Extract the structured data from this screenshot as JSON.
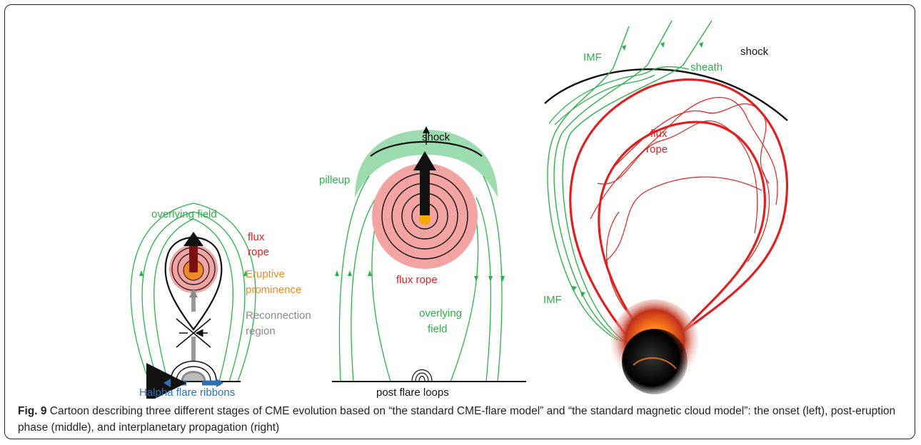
{
  "figure": {
    "caption_number": "Fig. 9",
    "caption_text": "Cartoon describing three different stages of CME evolution based on “the standard CME-flare model” and “the standard magnetic cloud model”: the onset (left), post-eruption phase (middle), and interplanetary propagation (right)"
  },
  "panel_left": {
    "overlying_field": "overlying field",
    "flux_rope_line1": "flux",
    "flux_rope_line2": "rope",
    "prominence_line1": "Eruptive",
    "prominence_line2": "prominence",
    "reconnection_line1": "Reconnection",
    "reconnection_line2": "region",
    "ribbons": "Halpha flare ribbons"
  },
  "panel_middle": {
    "shock": "shock",
    "pileup": "pilleup",
    "flux_rope": "flux rope",
    "overlying_line1": "overlying",
    "overlying_line2": "field",
    "post_flare_loops": "post flare loops"
  },
  "panel_right": {
    "imf_top": "IMF",
    "shock": "shock",
    "sheath": "sheath",
    "flux_line1": "flux",
    "flux_line2": "rope",
    "imf_bottom": "IMF"
  },
  "colors": {
    "green": "#2db04b",
    "red": "#e02020",
    "orange": "#f08a24",
    "gray": "#8a8a8a",
    "blue": "#2e6fb5",
    "pink": "#f4a3a3",
    "pileup_green": "#5cc47a"
  }
}
